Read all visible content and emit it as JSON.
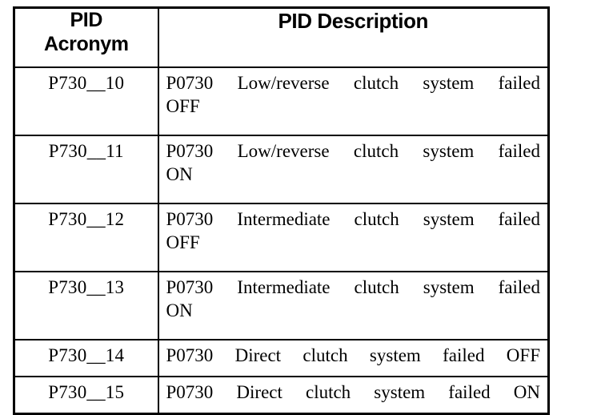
{
  "table": {
    "columns": [
      {
        "key": "acronym",
        "header_lines": [
          "PID",
          "Acronym"
        ]
      },
      {
        "key": "description",
        "header_lines": [
          "PID Description"
        ]
      }
    ],
    "rows": [
      {
        "acronym": "P730__10",
        "description": "P0730 Low/reverse clutch system failed OFF",
        "desc_line1": "P0730 Low/reverse clutch system failed",
        "desc_line2": "OFF",
        "lines": 2
      },
      {
        "acronym": "P730__11",
        "description": "P0730 Low/reverse clutch system failed ON",
        "desc_line1": "P0730 Low/reverse clutch system failed",
        "desc_line2": "ON",
        "lines": 2
      },
      {
        "acronym": "P730__12",
        "description": "P0730 Intermediate clutch system failed OFF",
        "desc_line1": "P0730 Intermediate clutch system failed",
        "desc_line2": "OFF",
        "lines": 2
      },
      {
        "acronym": "P730__13",
        "description": "P0730 Intermediate clutch system failed ON",
        "desc_line1": "P0730 Intermediate clutch system failed",
        "desc_line2": "ON",
        "lines": 2
      },
      {
        "acronym": "P730__14",
        "description": "P0730 Direct clutch system failed OFF",
        "desc_line1": "P0730 Direct clutch system failed OFF",
        "desc_line2": "",
        "lines": 1
      },
      {
        "acronym": "P730__15",
        "description": "P0730 Direct clutch system failed ON",
        "desc_line1": "P0730 Direct clutch system failed ON",
        "desc_line2": "",
        "lines": 1
      }
    ]
  },
  "colors": {
    "background": "#ffffff",
    "text": "#000000",
    "border": "#000000"
  }
}
